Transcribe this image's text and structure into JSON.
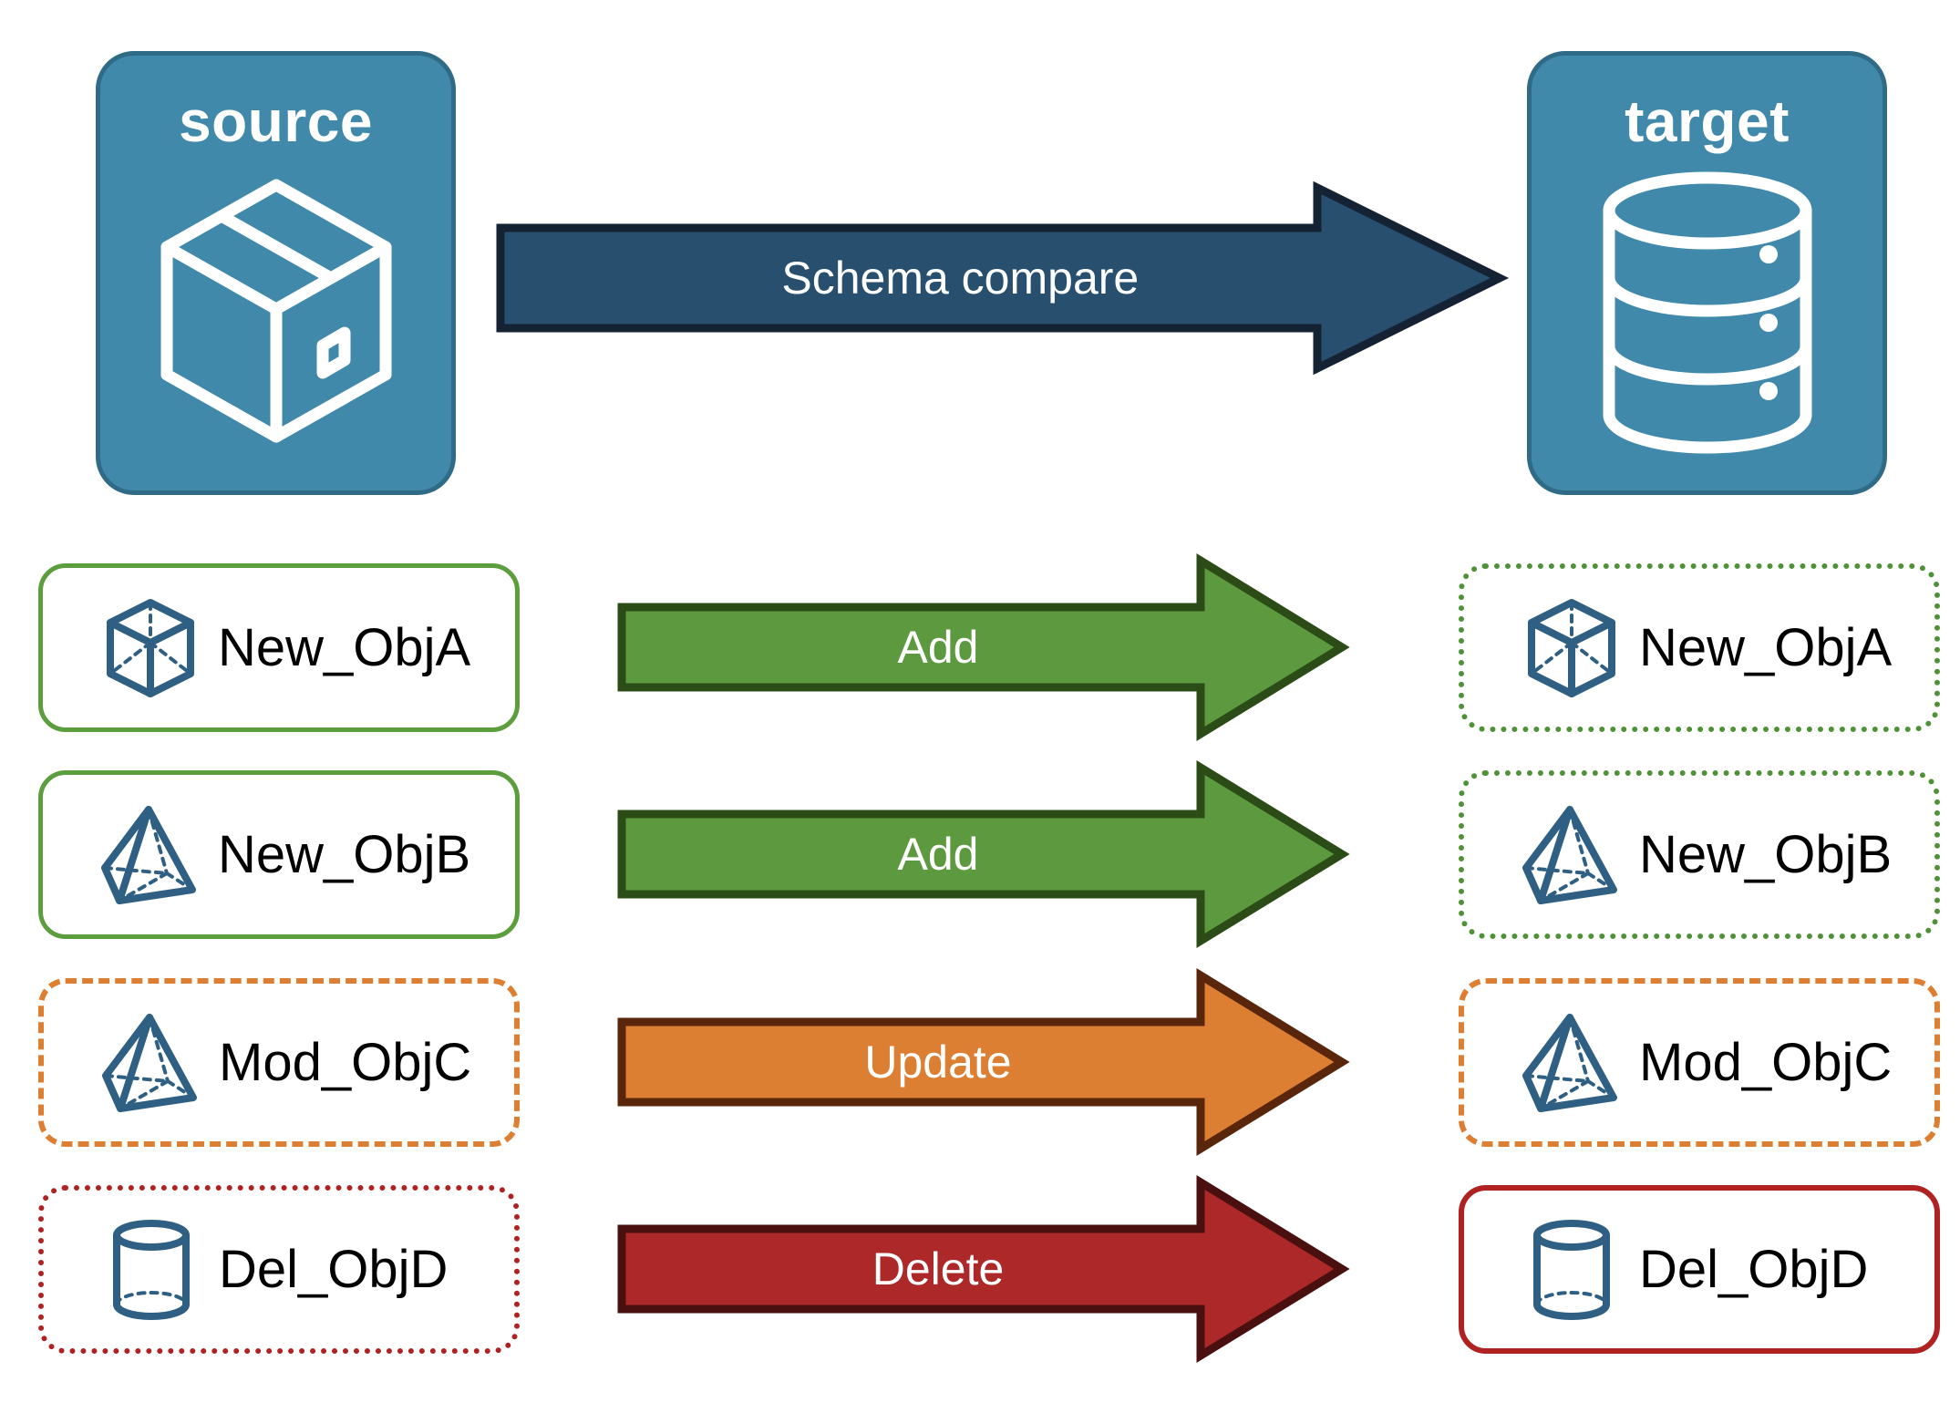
{
  "endpoints": {
    "source": {
      "title": "source",
      "icon": "package-box-icon",
      "fill": "#4189ab",
      "border": "#2f6b86"
    },
    "target": {
      "title": "target",
      "icon": "database-cylinder-icon",
      "fill": "#4189ab",
      "border": "#2f6b86"
    }
  },
  "schema_arrow": {
    "label": "Schema compare",
    "fill": "#28506e",
    "stroke": "#152233"
  },
  "rows": [
    {
      "action": "Add",
      "arrow_fill": "#5d9a3f",
      "arrow_stroke": "#2b4c16",
      "source": {
        "label": "New_ObjA",
        "icon": "cube-wireframe-icon",
        "border_style": "solid",
        "border_color": "#5c9e3e"
      },
      "target": {
        "label": "New_ObjA",
        "icon": "cube-wireframe-icon",
        "border_style": "dotted",
        "border_color": "#4f9136"
      }
    },
    {
      "action": "Add",
      "arrow_fill": "#5d9a3f",
      "arrow_stroke": "#2b4c16",
      "source": {
        "label": "New_ObjB",
        "icon": "pyramid-wireframe-icon",
        "border_style": "solid",
        "border_color": "#5c9e3e"
      },
      "target": {
        "label": "New_ObjB",
        "icon": "pyramid-wireframe-icon",
        "border_style": "dotted",
        "border_color": "#4f9136"
      }
    },
    {
      "action": "Update",
      "arrow_fill": "#dd7f33",
      "arrow_stroke": "#59260c",
      "source": {
        "label": "Mod_ObjC",
        "icon": "pyramid-wireframe-icon",
        "border_style": "dashed",
        "border_color": "#dd7f33"
      },
      "target": {
        "label": "Mod_ObjC",
        "icon": "pyramid-wireframe-icon",
        "border_style": "dashed",
        "border_color": "#dd7f33"
      }
    },
    {
      "action": "Delete",
      "arrow_fill": "#ad2828",
      "arrow_stroke": "#4a0f0f",
      "source": {
        "label": "Del_ObjD",
        "icon": "cylinder-wireframe-icon",
        "border_style": "dotted",
        "border_color": "#b02222"
      },
      "target": {
        "label": "Del_ObjD",
        "icon": "cylinder-wireframe-icon",
        "border_style": "solid",
        "border_color": "#b02222"
      }
    }
  ],
  "palette": {
    "object_icon_color": "#2f6083",
    "background": "#ffffff",
    "text": "#000000",
    "arrow_text": "#ffffff"
  }
}
